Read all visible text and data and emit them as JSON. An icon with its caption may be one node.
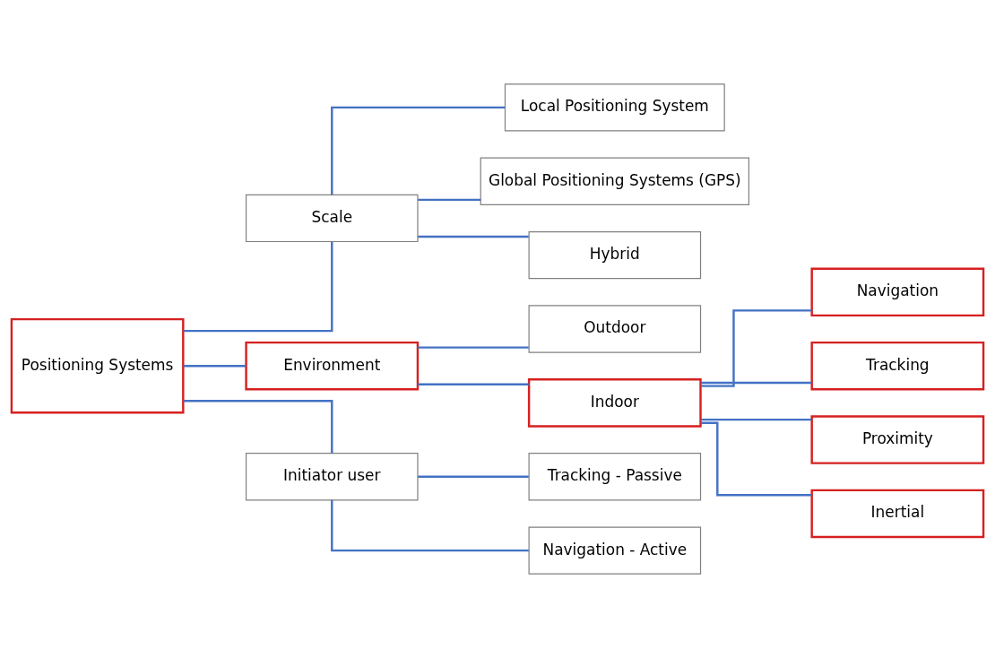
{
  "diagram": {
    "nodes": [
      {
        "text": [
          "Positioning Systems"
        ]
      },
      {
        "text": [
          "Scale"
        ]
      },
      {
        "text": [
          "Environment"
        ]
      },
      {
        "text": [
          "Initiator user"
        ]
      },
      {
        "text": [
          "Local Positioning System"
        ]
      },
      {
        "text": [
          "Global Positioning Systems (GPS)"
        ]
      },
      {
        "text": [
          "Hybrid"
        ]
      },
      {
        "text": [
          "Outdoor"
        ]
      },
      {
        "text": [
          "Indoor"
        ]
      },
      {
        "text": [
          "Tracking - Passive"
        ]
      },
      {
        "text": [
          "Navigation - Active"
        ]
      },
      {
        "text": [
          "Navigation"
        ]
      },
      {
        "text": [
          "Tracking"
        ]
      },
      {
        "text": [
          "Proximity"
        ]
      },
      {
        "text": [
          "Inertial"
        ]
      }
    ],
    "edges": [
      {
        "from": 0,
        "to": 1,
        "arrow": "none"
      },
      {
        "from": 0,
        "to": 2,
        "arrow": "none"
      },
      {
        "from": 0,
        "to": 3,
        "arrow": "none"
      },
      {
        "from": 1,
        "to": 4,
        "arrow": "none"
      },
      {
        "from": 1,
        "to": 5,
        "arrow": "none"
      },
      {
        "from": 1,
        "to": 6,
        "arrow": "none"
      },
      {
        "from": 2,
        "to": 7,
        "arrow": "none"
      },
      {
        "from": 2,
        "to": 8,
        "arrow": "none"
      },
      {
        "from": 3,
        "to": 9,
        "arrow": "none"
      },
      {
        "from": 3,
        "to": 10,
        "arrow": "none"
      },
      {
        "from": 8,
        "to": 11,
        "arrow": "none"
      },
      {
        "from": 8,
        "to": 12,
        "arrow": "none"
      },
      {
        "from": 8,
        "to": 13,
        "arrow": "none"
      },
      {
        "from": 8,
        "to": 14,
        "arrow": "none"
      }
    ]
  }
}
